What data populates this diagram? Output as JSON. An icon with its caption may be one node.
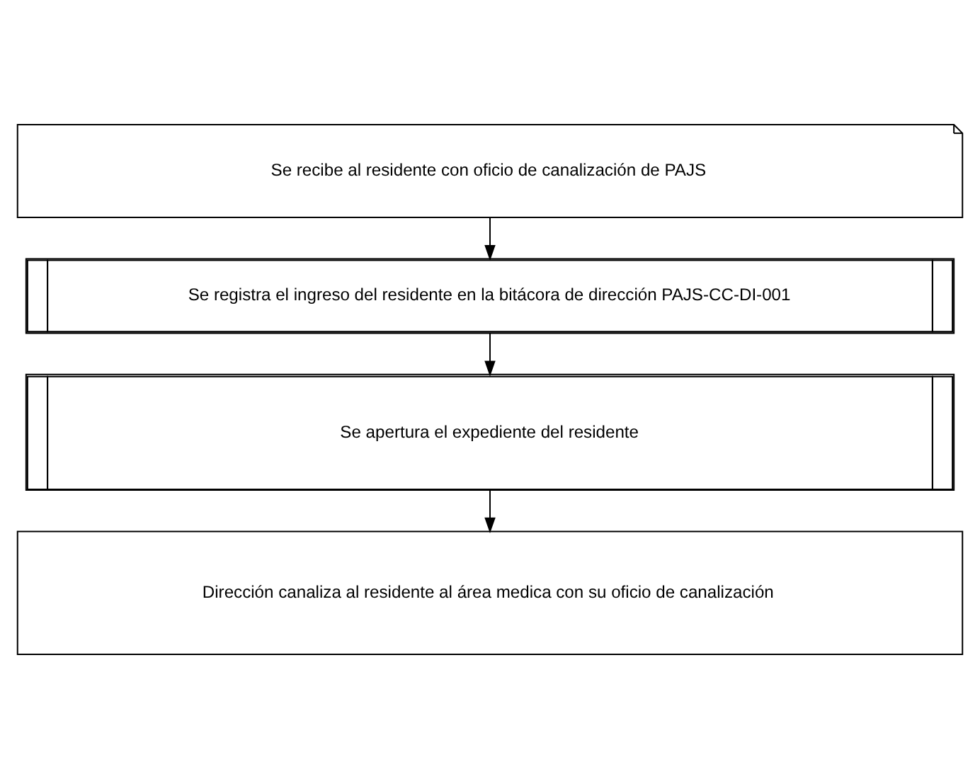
{
  "diagram": {
    "nodes": [
      {
        "text": [
          "Se recibe al residente con oficio de canalización de PAJS"
        ]
      },
      {
        "text": [
          "Se registra el ingreso del residente en la bitácora de dirección PAJS-CC-DI-001"
        ]
      },
      {
        "text": [
          "Se apertura el expediente del residente"
        ]
      },
      {
        "text": [
          "Dirección canaliza al residente al área medica con su oficio de canalización"
        ]
      }
    ],
    "edges": [
      {
        "from": 0,
        "to": 1,
        "arrow": "to"
      },
      {
        "from": 1,
        "to": 2,
        "arrow": "to"
      },
      {
        "from": 2,
        "to": 3,
        "arrow": "to"
      }
    ]
  }
}
